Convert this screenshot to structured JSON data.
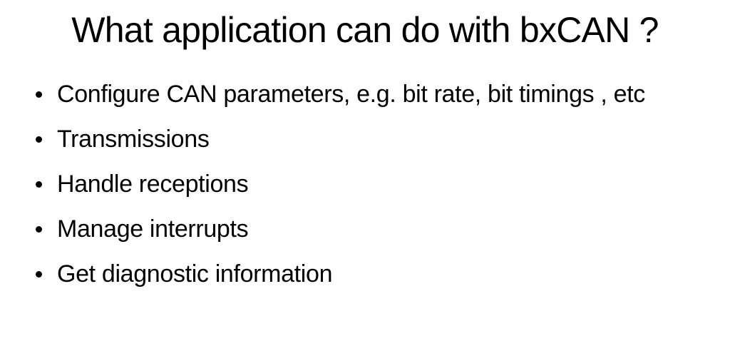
{
  "slide": {
    "title": "What application can do with bxCAN ?",
    "bullets": [
      "Configure CAN parameters, e.g. bit rate, bit timings , etc",
      "Transmissions",
      "Handle receptions",
      "Manage interrupts",
      "Get diagnostic information"
    ],
    "colors": {
      "background": "#ffffff",
      "text": "#000000"
    },
    "icons": {
      "bullet": "disc"
    }
  }
}
